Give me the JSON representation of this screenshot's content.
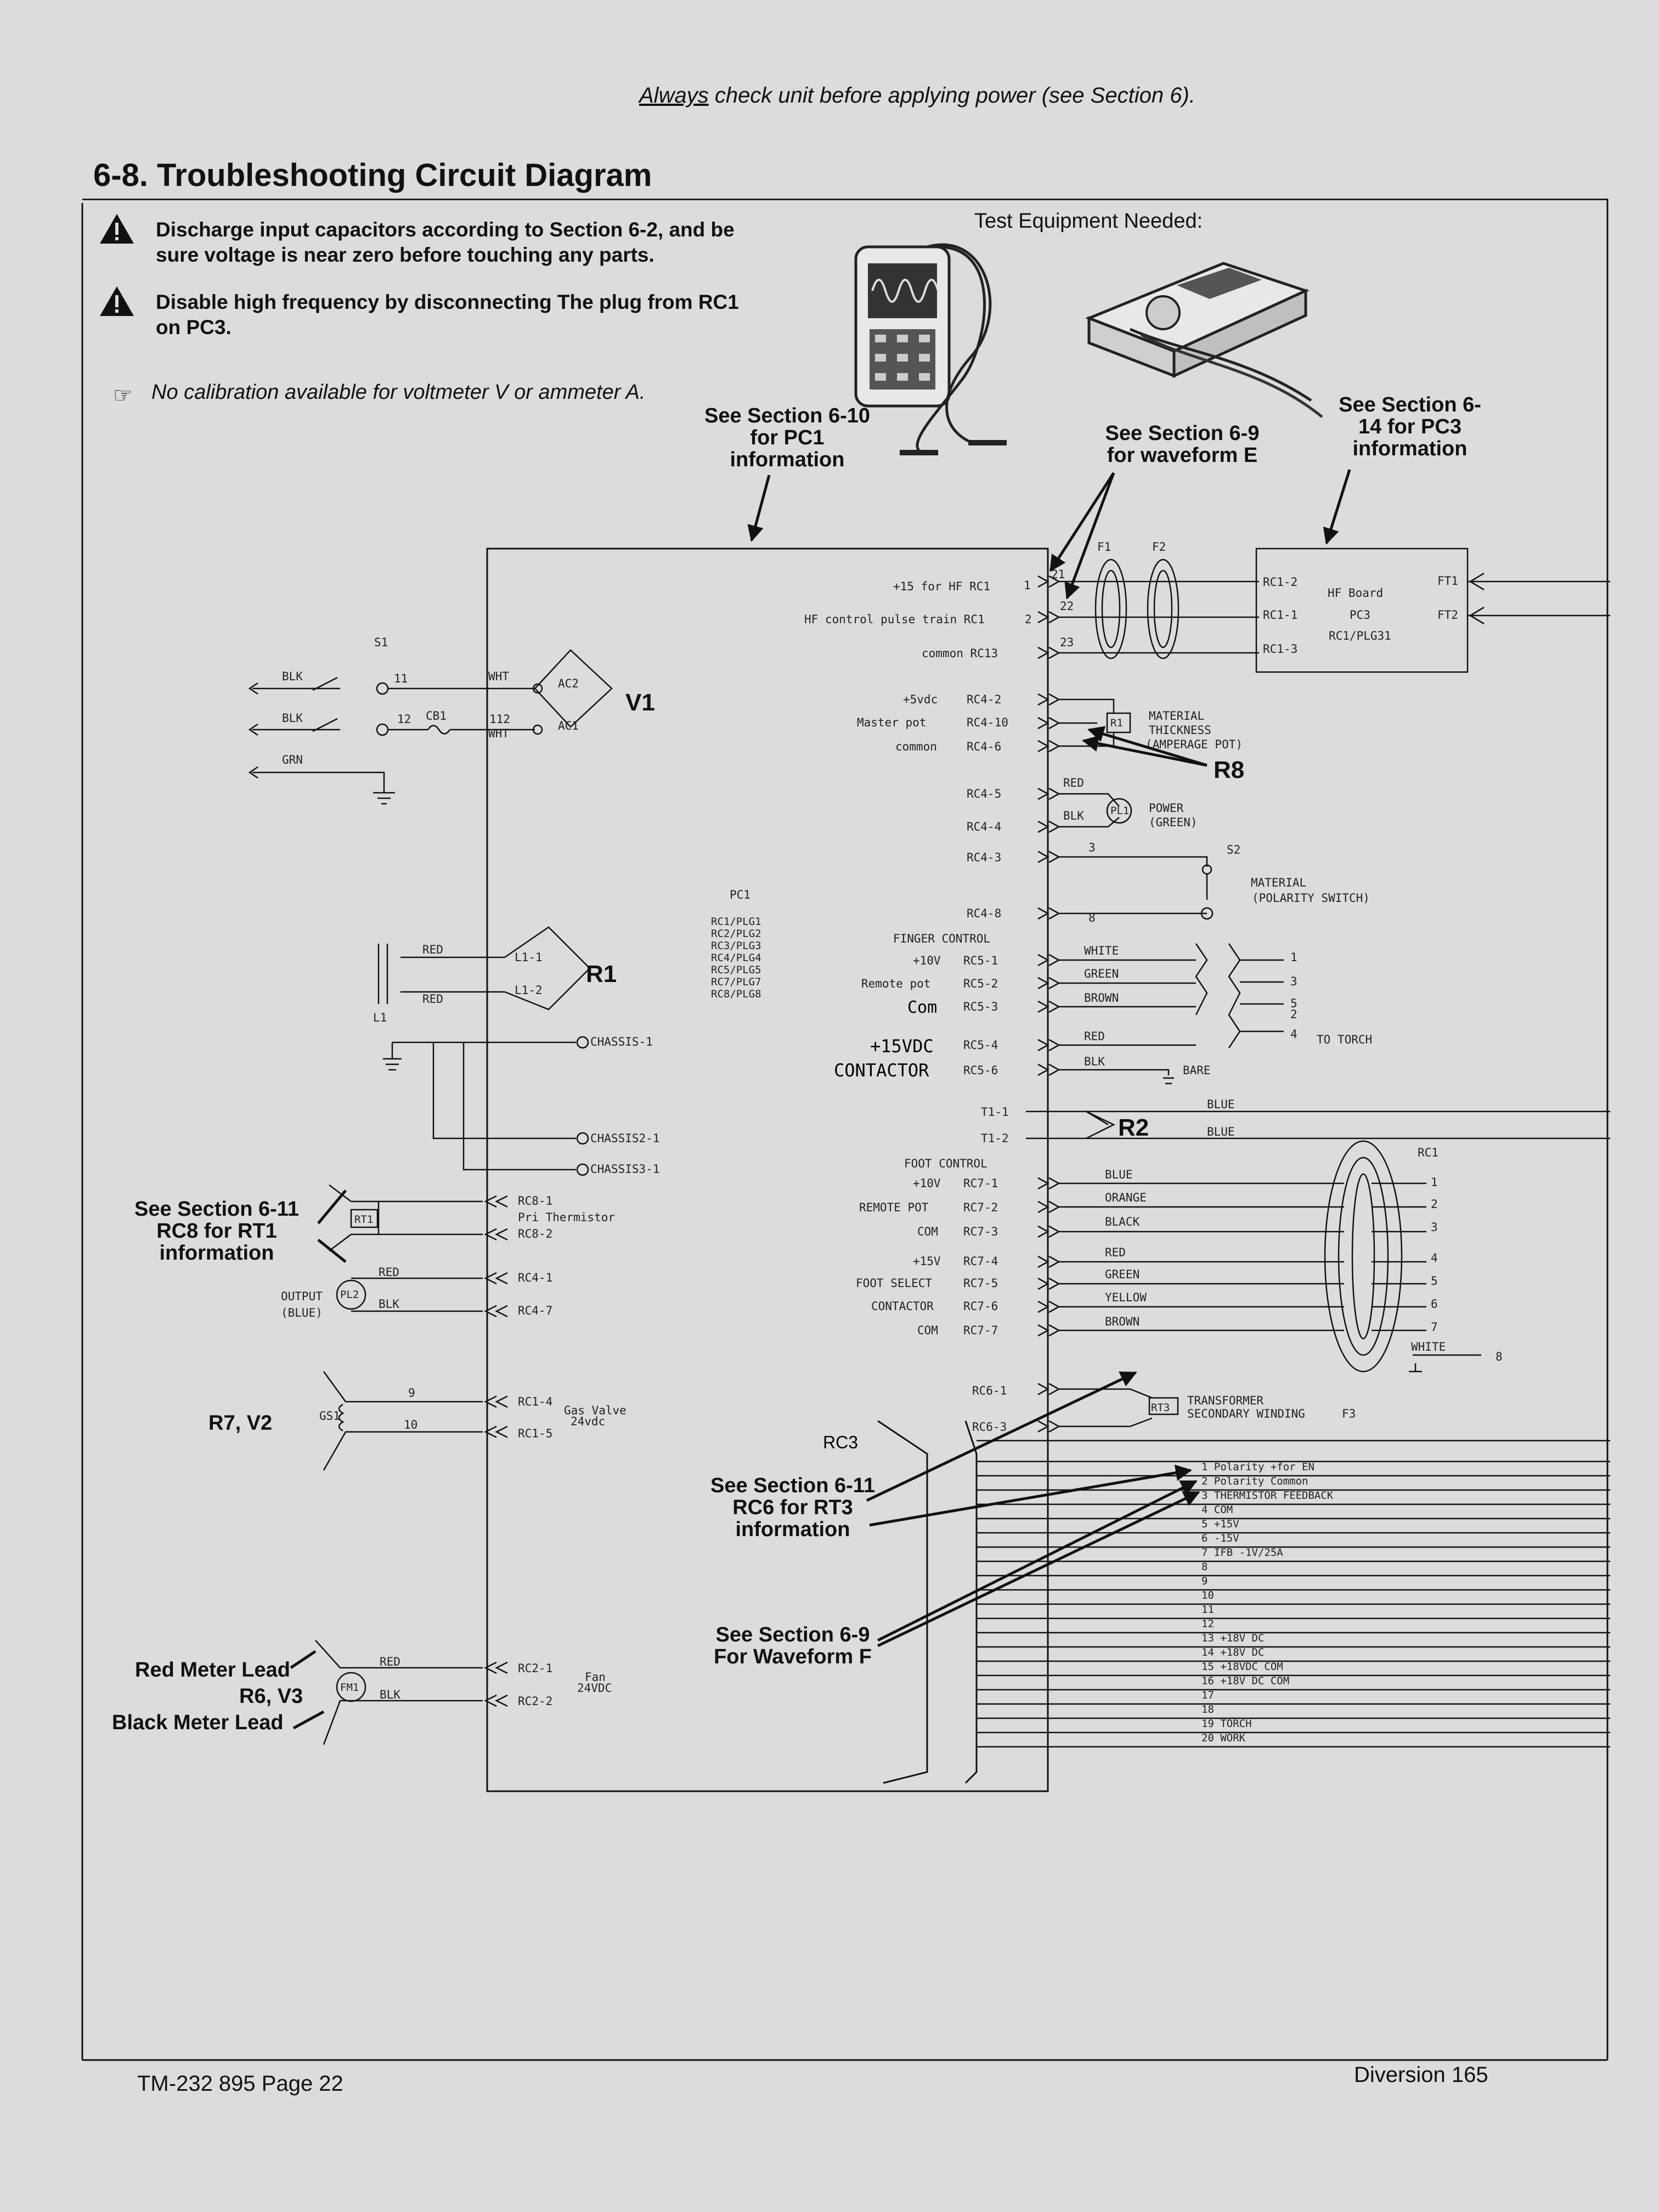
{
  "header": {
    "note_emph": "Always",
    "note_rest": " check unit before applying power (see Section 6).",
    "section_title": "6-8.   Troubleshooting Circuit Diagram"
  },
  "warnings": [
    {
      "text": "Discharge input capacitors according to Section 6-2, and be sure voltage is near zero before touching any parts."
    },
    {
      "text": "Disable high frequency by disconnecting The plug from RC1 on PC3."
    }
  ],
  "note": "No calibration available for voltmeter V or ammeter A.",
  "test_equipment_label": "Test Equipment Needed:",
  "callouts": {
    "pc1": "See Section 6-10 for PC1 information",
    "waveform_e": "See Section 6-9 for waveform E",
    "pc3": "See Section 6-14 for PC3 information",
    "rt1": "See Section 6-11 RC8 for RT1 information",
    "r7v2": "R7, V2",
    "rt3": "See Section 6-11 RC6 for RT3 information",
    "waveform_f": "See Section 6-9 For Waveform F",
    "red_meter": "Red Meter Lead",
    "r6v3": "R6, V3",
    "black_meter": "Black Meter Lead"
  },
  "schematic": {
    "big": {
      "v1": "V1",
      "r1": "R1",
      "r8": "R8",
      "r2": "R2"
    },
    "s1": "S1",
    "blk": "BLK",
    "grn": "GRN",
    "w11": "11",
    "w12": "12",
    "cb1": "CB1",
    "wht": "WHT",
    "w112": "112",
    "ac2": "AC2",
    "ac1": "AC1",
    "red": "RED",
    "l1_1": "L1-1",
    "l1_2": "L1-2",
    "l1": "L1",
    "chassis1": "CHASSIS-1",
    "chassis2": "CHASSIS2-1",
    "chassis3": "CHASSIS3-1",
    "rc8_1": "RC8-1",
    "pri_therm": "Pri Thermistor",
    "rc8_2": "RC8-2",
    "rt1": "RT1",
    "output": "OUTPUT",
    "blue_paren": "(BLUE)",
    "pl2": "PL2",
    "rc4_1": "RC4-1",
    "rc4_7": "RC4-7",
    "w9": "9",
    "w10": "10",
    "gs1": "GS1",
    "rc1_4": "RC1-4",
    "rc1_5": "RC1-5",
    "gas_valve": "Gas Valve",
    "v24dc": "24vdc",
    "fm1": "FM1",
    "rc2_1": "RC2-1",
    "rc2_2": "RC2-2",
    "fan": "Fan",
    "fan24": "24VDC",
    "pc1": "PC1",
    "plg_list": [
      "RC1/PLG1",
      "RC2/PLG2",
      "RC3/PLG3",
      "RC4/PLG4",
      "RC5/PLG5",
      "RC7/PLG7",
      "RC8/PLG8"
    ],
    "rc3": "RC3",
    "pins_top": [
      {
        "label": "+15 for HF RC1",
        "num": "1",
        "wire": "21"
      },
      {
        "label": "HF control pulse train RC1",
        "num": "2",
        "wire": "22"
      },
      {
        "label": "common  RC13",
        "num": "",
        "wire": "23"
      }
    ],
    "f1": "F1",
    "f2": "F2",
    "hf_board": {
      "rc1_2": "RC1-2",
      "rc1_1": "RC1-1",
      "rc1_3": "RC1-3",
      "title": "HF Board",
      "pc3": "PC3",
      "plg": "RC1/PLG31",
      "ft1": "FT1",
      "ft2": "FT2"
    },
    "pot": {
      "p5v": "+5vdc",
      "rc4_2": "RC4-2",
      "master": "Master pot",
      "rc4_10": "RC4-10",
      "common": "common",
      "rc4_6": "RC4-6",
      "r1": "R1",
      "mat1": "MATERIAL",
      "mat2": "THICKNESS",
      "mat3": "(AMPERAGE POT)"
    },
    "power": {
      "rc4_5": "RC4-5",
      "rc4_4": "RC4-4",
      "rc4_3": "RC4-3",
      "red": "RED",
      "blk": "BLK",
      "pl1": "PL1",
      "p1": "POWER",
      "p2": "(GREEN)",
      "w3": "3",
      "s2": "S2",
      "m1": "MATERIAL",
      "m2": "(POLARITY SWITCH)"
    },
    "finger": {
      "rc4_8": "RC4-8",
      "w8": "8",
      "title": "FINGER CONTROL",
      "p10": "+10V",
      "rc5_1": "RC5-1",
      "remote": "Remote pot",
      "rc5_2": "RC5-2",
      "com": "Com",
      "rc5_3": "RC5-3",
      "p15": "+15VDC",
      "rc5_4": "RC5-4",
      "contactor": "CONTACTOR",
      "rc5_6": "RC5-6"
    },
    "torch_wires": [
      "WHITE",
      "GREEN",
      "BROWN",
      "RED",
      "BLK"
    ],
    "torch_pins": [
      "1",
      "3",
      "5",
      "2",
      "4"
    ],
    "bare": "BARE",
    "to_torch": "TO TORCH",
    "t1_1": "T1-1",
    "t1_2": "T1-2",
    "blue": "BLUE",
    "foot": {
      "title": "FOOT CONTROL",
      "p10": "+10V",
      "rc7_1": "RC7-1",
      "remote": "REMOTE POT",
      "rc7_2": "RC7-2",
      "com": "COM",
      "rc7_3": "RC7-3",
      "p15": "+15V",
      "rc7_4": "RC7-4",
      "select": "FOOT SELECT",
      "rc7_5": "RC7-5",
      "contactor": "CONTACTOR",
      "rc7_6": "RC7-6",
      "com2": "COM",
      "rc7_7": "RC7-7"
    },
    "foot_wires": [
      "BLUE",
      "ORANGE",
      "BLACK",
      "RED",
      "GREEN",
      "YELLOW",
      "BROWN"
    ],
    "rc1_right": "RC1",
    "rc1_pins": [
      "1",
      "2",
      "3",
      "4",
      "5",
      "6",
      "7",
      "8"
    ],
    "white": "WHITE",
    "rc6_1": "RC6-1",
    "rc6_3": "RC6-3",
    "rt3": "RT3",
    "trans1": "TRANSFORMER",
    "trans2": "SECONDARY WINDING",
    "f3": "F3",
    "terminal": [
      "1  Polarity +for EN",
      "2  Polarity Common",
      "3  THERMISTOR FEEDBACK",
      "4  COM",
      "5  +15V",
      "6  -15V",
      "7  IFB   -1V/25A",
      "8",
      "9",
      "10",
      "11",
      "12",
      "13  +18V DC",
      "14  +18V DC",
      "15  +18VDC COM",
      "16  +18V DC  COM",
      "17",
      "18",
      "19  TORCH",
      "20  WORK"
    ]
  },
  "footer": {
    "left": "TM-232 895 Page 22",
    "right": "Diversion 165"
  }
}
